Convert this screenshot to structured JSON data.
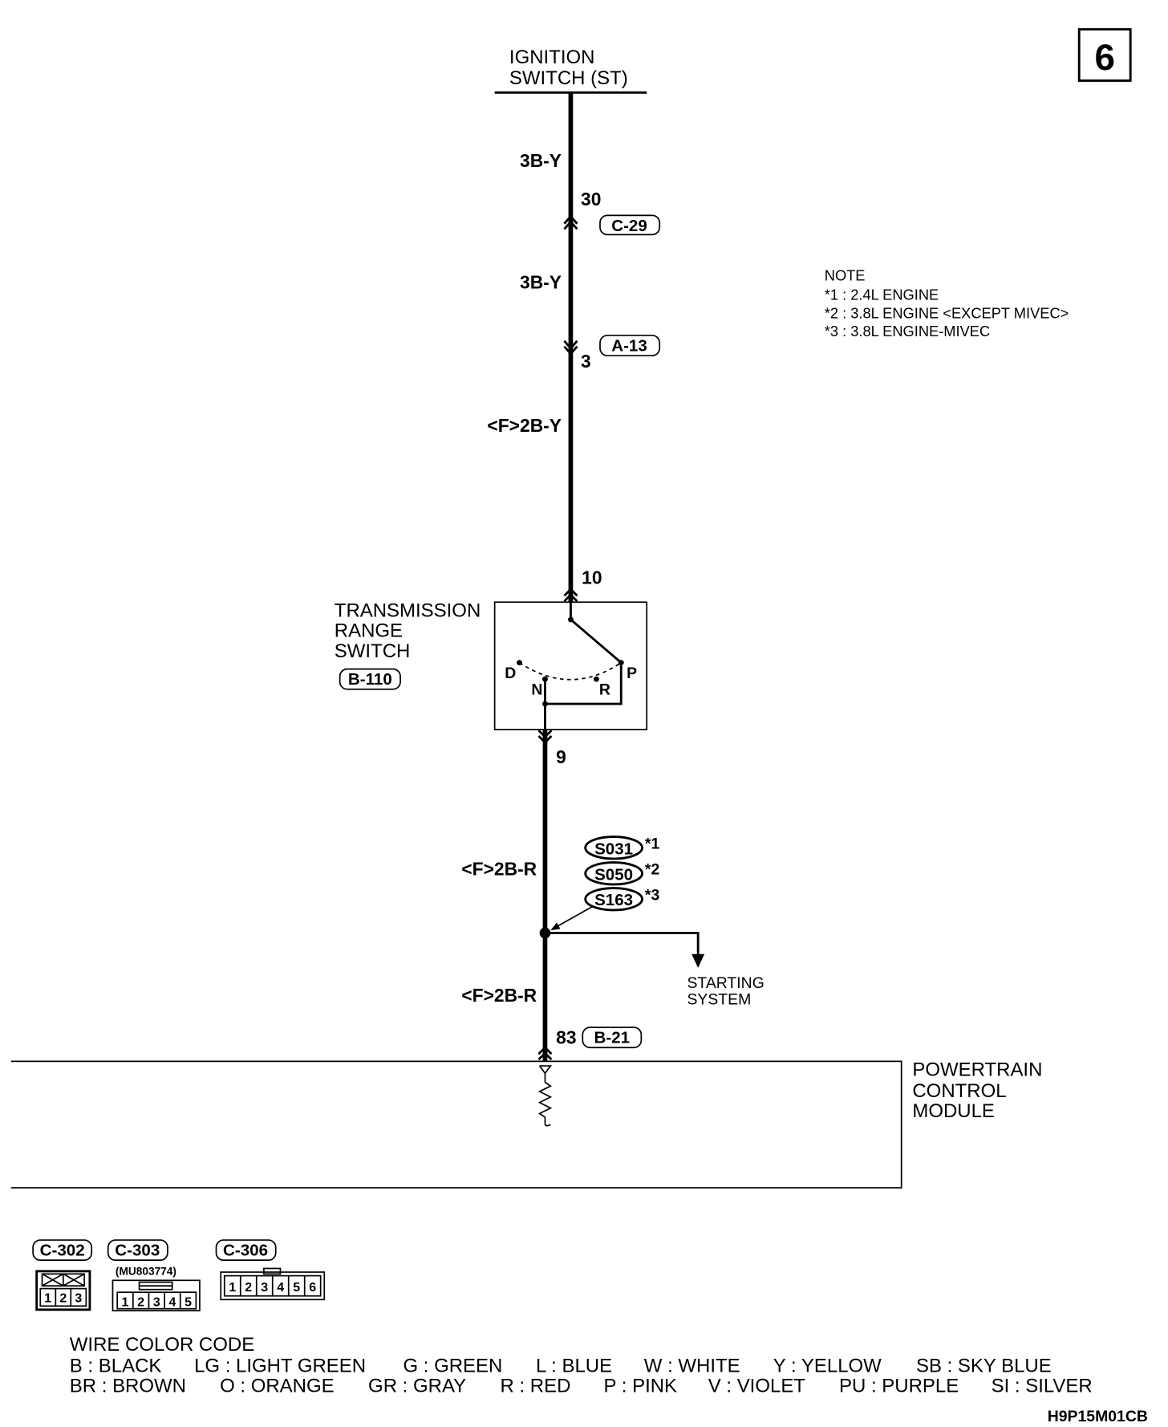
{
  "colors": {
    "ink": "#000000",
    "paper": "#ffffff"
  },
  "page_badge": "6",
  "ignition_switch": {
    "line1": "IGNITION",
    "line2": "SWITCH (ST)"
  },
  "wire_labels": {
    "ign_to_c29": "3B-Y",
    "c29_to_a13": "3B-Y",
    "a13_to_trs": "<F>2B-Y",
    "trs_to_splice": "<F>2B-R",
    "splice_to_pcm": "<F>2B-R"
  },
  "connectors": {
    "c29": {
      "id": "C-29",
      "pin": "30"
    },
    "a13": {
      "id": "A-13",
      "pin": "3"
    },
    "b110": {
      "id": "B-110",
      "pin_in": "10",
      "pin_out": "9"
    },
    "b21": {
      "id": "B-21",
      "pin": "83"
    }
  },
  "transmission_range_switch": {
    "label": [
      "TRANSMISSION",
      "RANGE",
      "SWITCH"
    ],
    "positions": {
      "d": "D",
      "n": "N",
      "r": "R",
      "p": "P"
    }
  },
  "splices": [
    {
      "id": "S031",
      "mark": "*1"
    },
    {
      "id": "S050",
      "mark": "*2"
    },
    {
      "id": "S163",
      "mark": "*3"
    }
  ],
  "starting_system": [
    "STARTING",
    "SYSTEM"
  ],
  "pcm": [
    "POWERTRAIN",
    "CONTROL",
    "MODULE"
  ],
  "note": {
    "title": "NOTE",
    "items": [
      "*1 : 2.4L ENGINE",
      "*2 : 3.8L ENGINE <EXCEPT MIVEC>",
      "*3 : 3.8L ENGINE-MIVEC"
    ]
  },
  "connector_views": [
    {
      "id": "C-302",
      "pins": [
        "1",
        "2",
        "3"
      ]
    },
    {
      "id": "C-303",
      "part_no": "(MU803774)",
      "pins": [
        "1",
        "2",
        "3",
        "4",
        "5"
      ]
    },
    {
      "id": "C-306",
      "pins": [
        "1",
        "2",
        "3",
        "4",
        "5",
        "6"
      ]
    }
  ],
  "wire_color_code": {
    "title": "WIRE COLOR CODE",
    "row1": [
      "B : BLACK",
      "LG : LIGHT GREEN",
      "G : GREEN",
      "L : BLUE",
      "W : WHITE",
      "Y : YELLOW",
      "SB : SKY BLUE"
    ],
    "row2": [
      "BR : BROWN",
      "O : ORANGE",
      "GR : GRAY",
      "R : RED",
      "P : PINK",
      "V : VIOLET",
      "PU : PURPLE",
      "SI : SILVER"
    ]
  },
  "diagram_code": "H9P15M01CB"
}
